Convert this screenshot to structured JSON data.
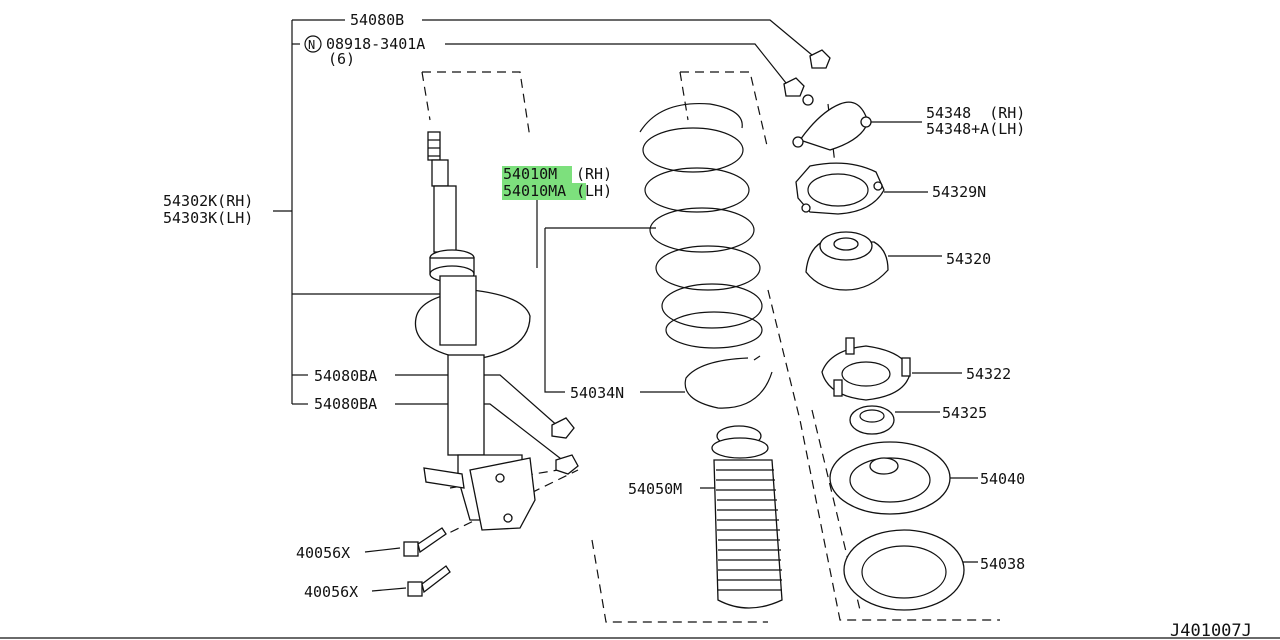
{
  "diagram_code": "J401007J",
  "highlight_color": "#7de07d",
  "labels": {
    "bolt_top": "54080B",
    "nut_n": "08918-3401A",
    "nut_n_symbol": "N",
    "nut_n_qty": "(6)",
    "strut_rh": "54302K(RH)",
    "strut_lh": "54303K(LH)",
    "spring_rh_part": "54010M",
    "spring_rh_side": "(RH)",
    "spring_lh_part": "54010MA",
    "spring_lh_side": "(LH)",
    "plate_rh": "54348  (RH)",
    "plate_lh": "54348+A(LH)",
    "gasket": "54329N",
    "mount": "54320",
    "insulator": "54322",
    "bearing": "54325",
    "spring_seat": "54040",
    "bump_stop": "54038",
    "seat_rubber": "54034N",
    "boot": "54050M",
    "bolt_a": "54080BA",
    "bolt_b": "54080BA",
    "bolt_c": "40056X",
    "bolt_d": "40056X"
  }
}
